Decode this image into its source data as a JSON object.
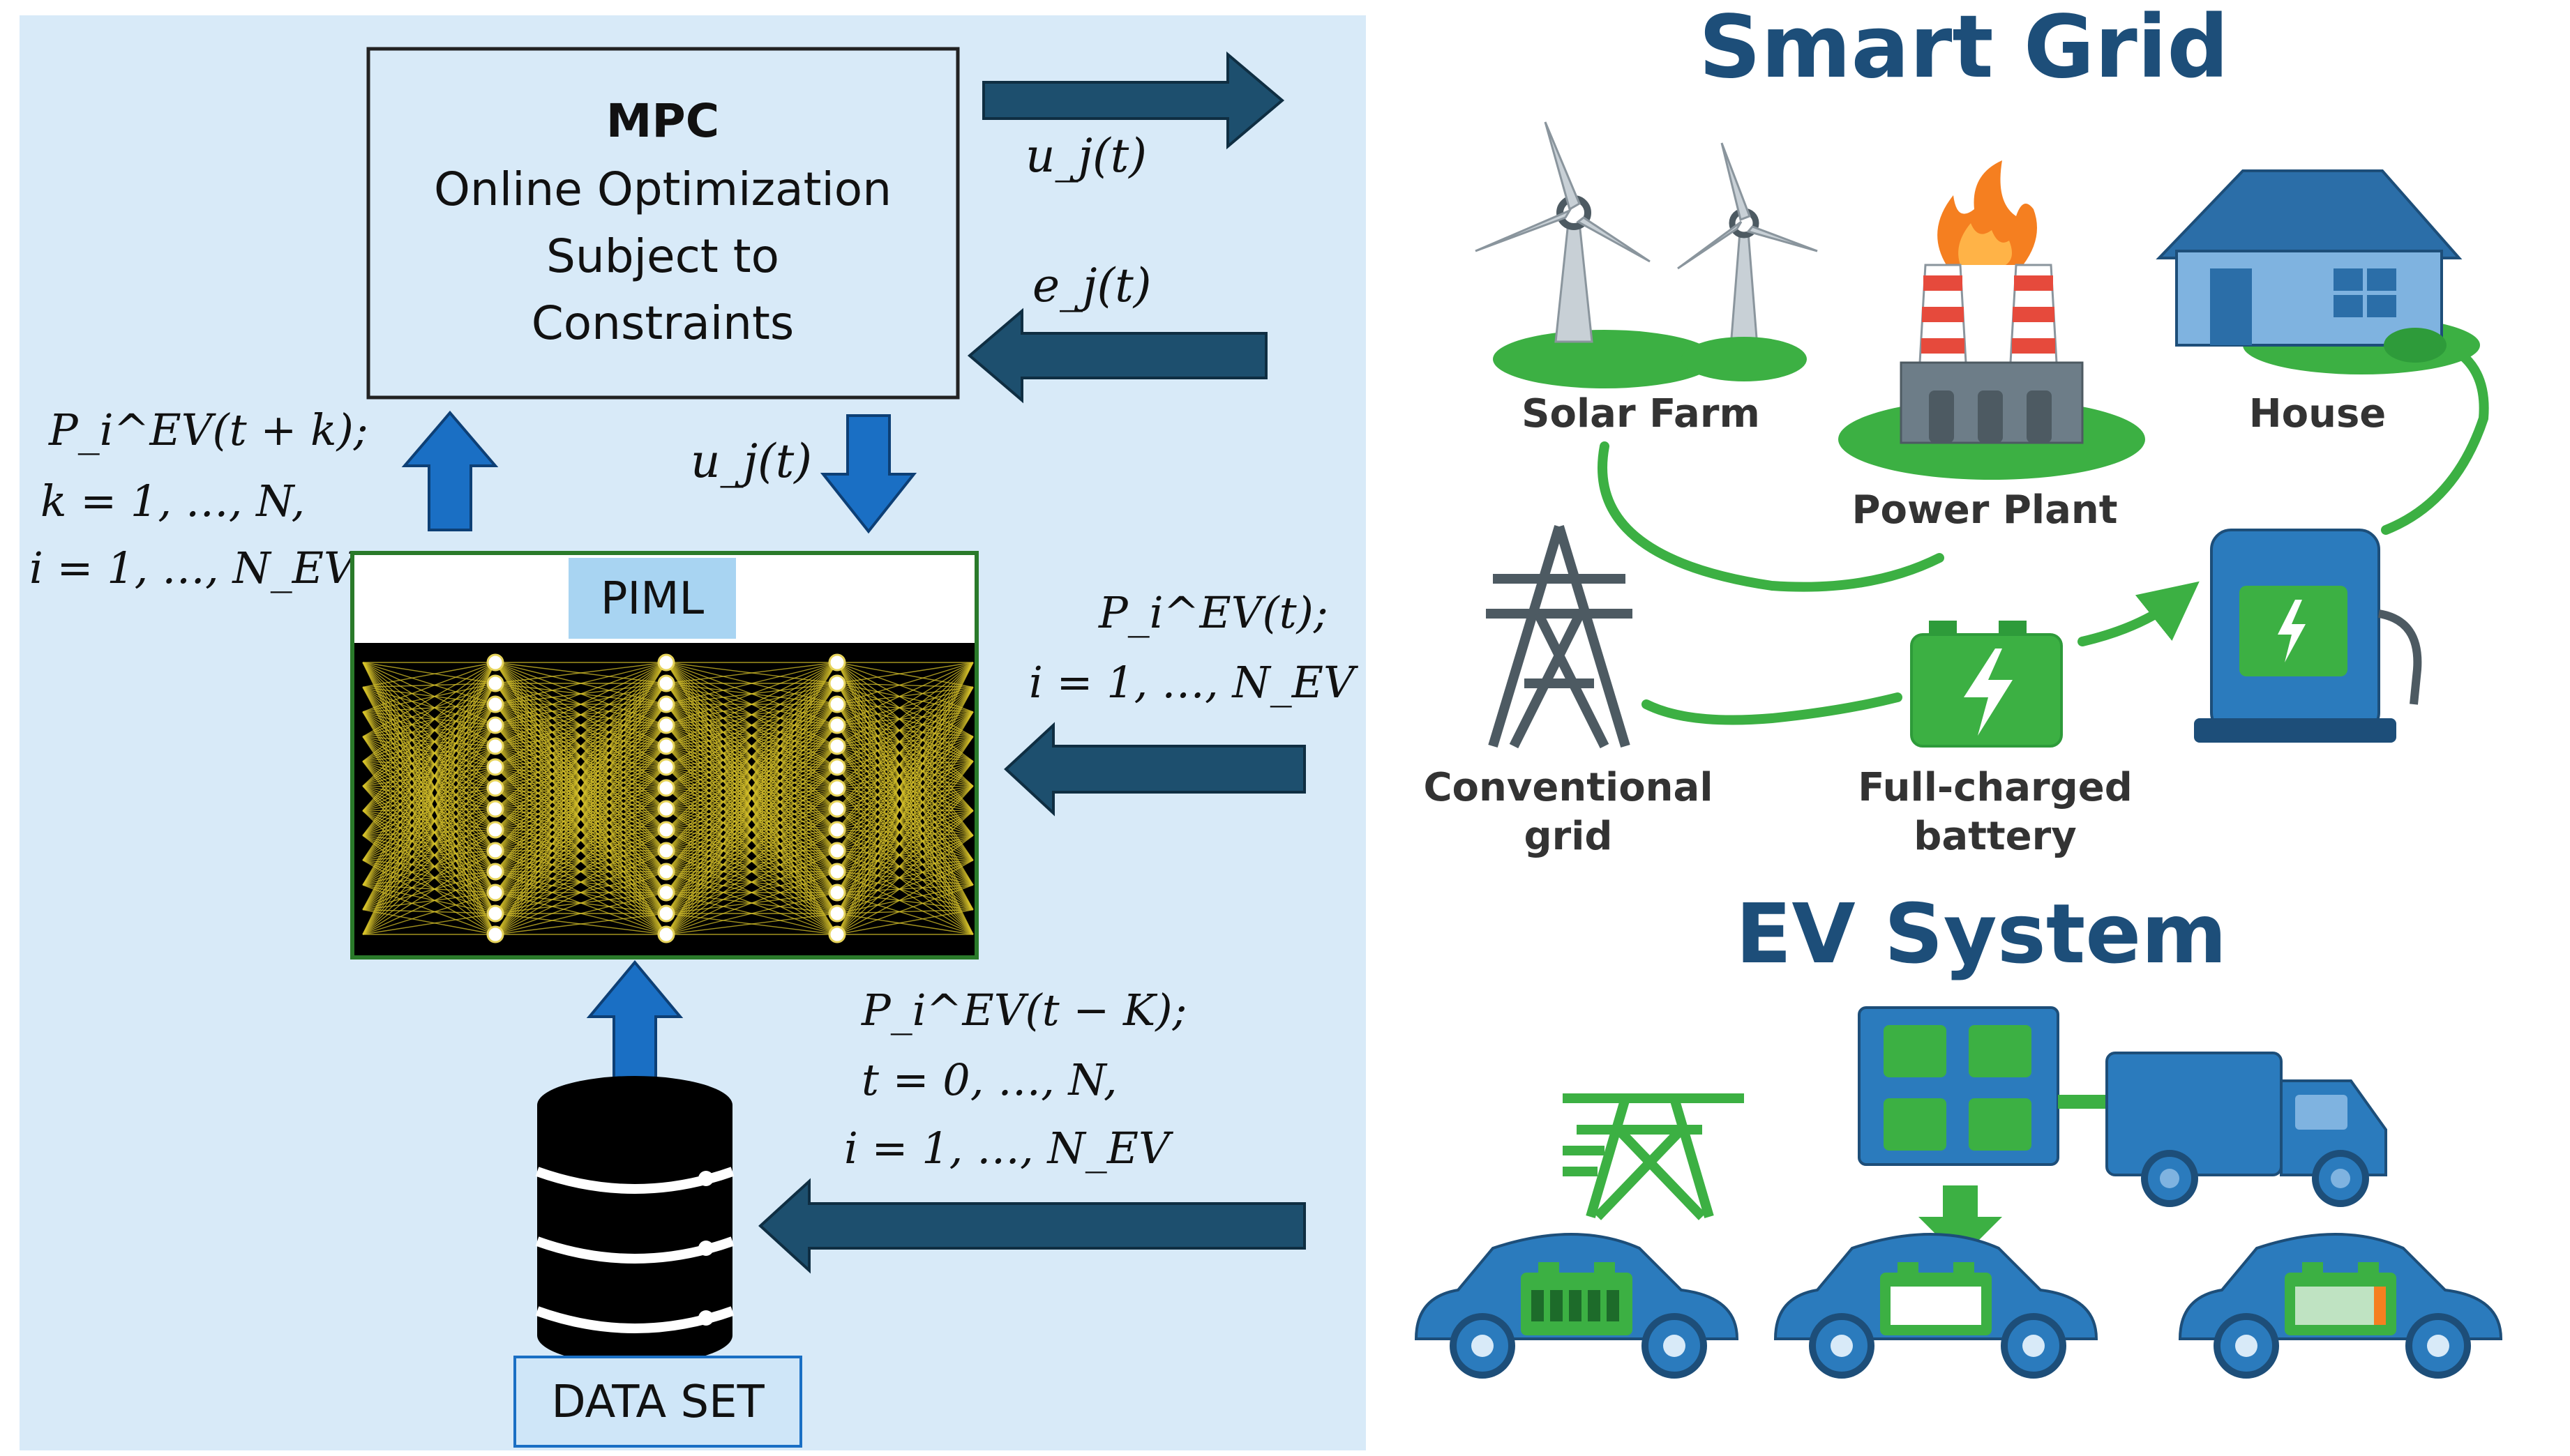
{
  "control": {
    "mpc_title": "MPC",
    "mpc_line1": "Online Optimization",
    "mpc_line2": "Subject to",
    "mpc_line3": "Constraints",
    "piml_label": "PIML",
    "dataset_label": "DATA SET"
  },
  "signals": {
    "u_out": "u_j(t)",
    "e_in": "e_j(t)",
    "u_down": "u_j(t)",
    "forecast": [
      "P_i^EV(t + k);",
      "k = 1, …, N,",
      "i = 1, …, N_EV"
    ],
    "current": [
      "P_i^EV(t);",
      "i = 1, …, N_EV"
    ],
    "history": [
      "P_i^EV(t − K);",
      "t = 0, …, N,",
      "i = 1, …, N_EV"
    ]
  },
  "smart_grid": {
    "title": "Smart Grid",
    "solar_farm": "Solar Farm",
    "power_plant": "Power Plant",
    "house": "House",
    "conventional_grid": [
      "Conventional",
      "grid"
    ],
    "battery": [
      "Full-charged",
      "battery"
    ]
  },
  "ev_system": {
    "title": "EV System"
  },
  "colors": {
    "panel_bg": "#d8eaf8",
    "arrow_dark": "#1d4f6e",
    "arrow_blue": "#1a6fc4",
    "grid_green": "#3cb043",
    "title_blue": "#1d4e79",
    "ev_blue": "#2b7bbd"
  },
  "icons": [
    "wind-turbine-icon",
    "power-plant-icon",
    "house-icon",
    "pylon-icon",
    "battery-icon",
    "charging-station-icon",
    "truck-icon",
    "car-icon",
    "database-icon"
  ]
}
